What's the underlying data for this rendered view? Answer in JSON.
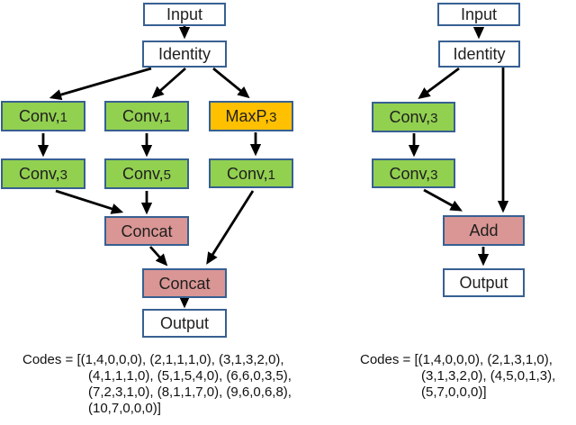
{
  "figure": {
    "description_colors": {
      "conv_fill": "#92D050",
      "pool_fill": "#FFC000",
      "merge_fill": "#D99694",
      "io_fill": "#FFFFFF",
      "box_border": "#376092",
      "arrow": "#000000",
      "text": "#111111"
    }
  },
  "left": {
    "nodes": {
      "input": {
        "label": "Input"
      },
      "identity": {
        "label": "Identity"
      },
      "conv1a": {
        "label": "Conv,",
        "num": "1"
      },
      "conv1b": {
        "label": "Conv,",
        "num": "1"
      },
      "maxp3": {
        "label": "MaxP,",
        "num": "3"
      },
      "conv3": {
        "label": "Conv,",
        "num": "3"
      },
      "conv5": {
        "label": "Conv,",
        "num": "5"
      },
      "conv1c": {
        "label": "Conv,",
        "num": "1"
      },
      "concat1": {
        "label": "Concat"
      },
      "concat2": {
        "label": "Concat"
      },
      "output": {
        "label": "Output"
      }
    },
    "codes": {
      "line1": "Codes = [(1,4,0,0,0), (2,1,1,1,0), (3,1,3,2,0),",
      "line2": "(4,1,1,1,0), (5,1,5,4,0), (6,6,0,3,5),",
      "line3": "(7,2,3,1,0), (8,1,1,7,0), (9,6,0,6,8),",
      "line4": "(10,7,0,0,0)]"
    }
  },
  "right": {
    "nodes": {
      "input": {
        "label": "Input"
      },
      "identity": {
        "label": "Identity"
      },
      "conv3a": {
        "label": "Conv,",
        "num": "3"
      },
      "conv3b": {
        "label": "Conv,",
        "num": "3"
      },
      "add": {
        "label": "Add"
      },
      "output": {
        "label": "Output"
      }
    },
    "codes": {
      "line1": "Codes = [(1,4,0,0,0), (2,1,3,1,0),",
      "line2": "(3,1,3,2,0), (4,5,0,1,3),",
      "line3": "(5,7,0,0,0)]"
    }
  }
}
